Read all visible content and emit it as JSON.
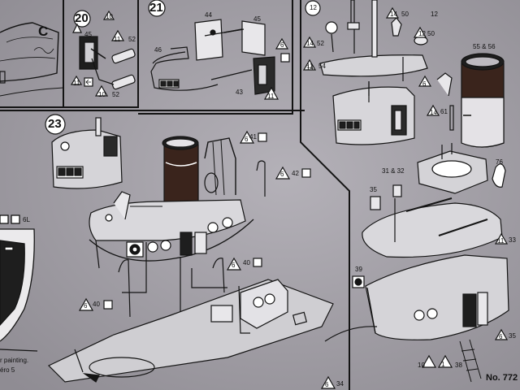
{
  "steps": {
    "s20": {
      "number": "20",
      "marks": [
        "10",
        "45",
        "11",
        "52",
        "11",
        "10",
        "52"
      ]
    },
    "s21": {
      "number": "21",
      "marks": [
        "44",
        "45",
        "46",
        "6",
        "43",
        "11"
      ]
    },
    "s23": {
      "number": "23",
      "marks": [
        "6",
        "41",
        "6",
        "42",
        "6",
        "40",
        "6",
        "40"
      ]
    },
    "s22": {
      "marks": [
        "12",
        "14",
        "52",
        "12",
        "14",
        "50",
        "12",
        "50",
        "14",
        "11",
        "54",
        "6",
        "55 & 56",
        "14",
        "61",
        "31 & 32",
        "35",
        "76",
        "11",
        "33",
        "39",
        "6",
        "35",
        "10",
        "1",
        "38",
        "6",
        "34"
      ]
    }
  },
  "partial_step": {
    "letter": "C",
    "mark": "6L"
  },
  "footer": {
    "note_line1": "r painting.",
    "note_line2": "éro 5",
    "model_number": "No. 772"
  },
  "colors": {
    "paper": "#a9a6ad",
    "ink": "#141414",
    "funnel": "#3a241c",
    "funnel_light": "#e4e2e6"
  }
}
